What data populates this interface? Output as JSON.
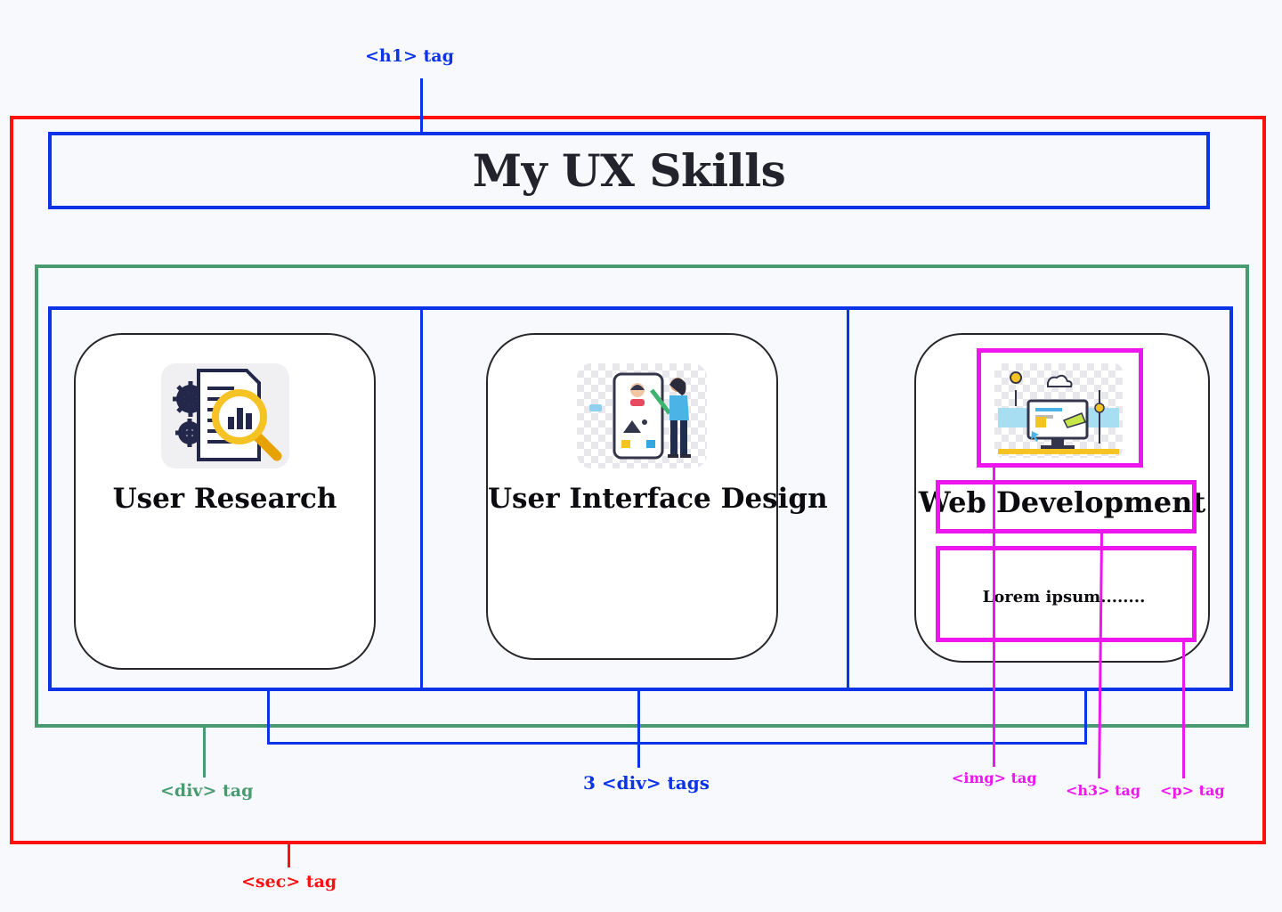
{
  "section": {
    "title": "My UX Skills",
    "cards": [
      {
        "title": "User Research",
        "icon": "research-report-magnifier-icon"
      },
      {
        "title": "User Interface Design",
        "icon": "mobile-ui-design-illustration"
      },
      {
        "title": "Web Development",
        "icon": "web-development-illustration",
        "text": "Lorem ipsum........"
      }
    ]
  },
  "annotations": {
    "h1": "<h1> tag",
    "section": "<sec> tag",
    "div": "<div> tag",
    "divs": "3 <div> tags",
    "img": "<img> tag",
    "h3": "<h3> tag",
    "p": "<p> tag"
  },
  "colors": {
    "section_outline": "#ff1010",
    "heading_outline": "#0b33e8",
    "div_outline": "#4a9a70",
    "element_outline": "#ee16ee",
    "background": "#f8f9fd"
  }
}
